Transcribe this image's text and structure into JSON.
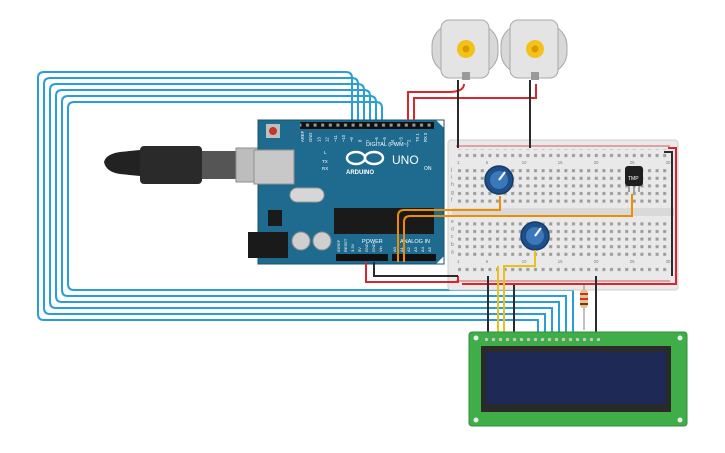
{
  "arduino": {
    "brand": "ARDUINO",
    "model": "UNO",
    "digital_label": "DIGITAL (PWM~)",
    "power_label": "POWER",
    "analog_label": "ANALOG IN",
    "on_label": "ON",
    "tx_label": "TX",
    "rx_label": "RX",
    "l_label": "L",
    "digital_pins": [
      "AREF",
      "GND",
      "13",
      "12",
      "~11",
      "~10",
      "~9",
      "8",
      "7",
      "~6",
      "~5",
      "4",
      "~3",
      "2",
      "TX 1",
      "RX 0"
    ],
    "power_pins": [
      "IOREF",
      "RESET",
      "3.3V",
      "5V",
      "GND",
      "GND",
      "Vin"
    ],
    "analog_pins": [
      "A0",
      "A1",
      "A2",
      "A3",
      "A4",
      "A5"
    ]
  },
  "sensor": {
    "label": "TMP"
  },
  "breadboard": {
    "row_letters_top": [
      "j",
      "i",
      "h",
      "g",
      "f"
    ],
    "row_letters_bottom": [
      "e",
      "d",
      "c",
      "b",
      "a"
    ],
    "column_numbers": [
      "1",
      "5",
      "10",
      "15",
      "20",
      "25",
      "30"
    ]
  },
  "colors": {
    "board": "#1f6b8f",
    "wire_blue": "#2a9fd6",
    "wire_red": "#d9262c",
    "wire_black": "#2b2b2b",
    "wire_orange": "#f08c00",
    "wire_yellow": "#e8c21a",
    "lcd_green": "#3fae49",
    "lcd_screen": "#1e2a55"
  }
}
